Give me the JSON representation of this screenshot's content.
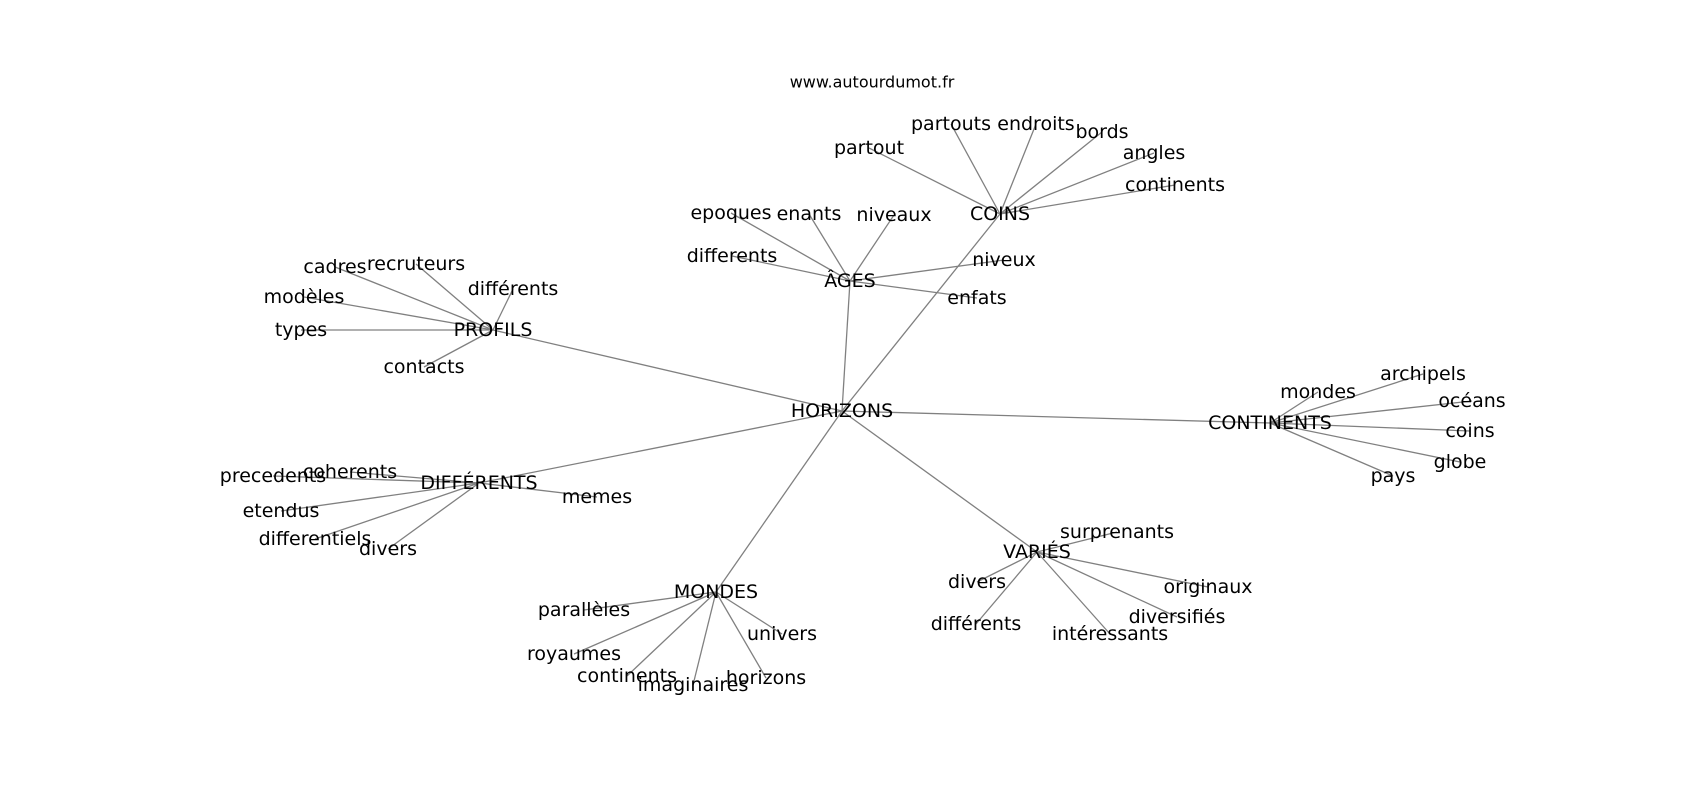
{
  "source": "www.autourdumot.fr",
  "center": "HORIZONS",
  "groups": [
    {
      "label": "CONTINENTS",
      "children": [
        "archipels",
        "mondes",
        "océans",
        "coins",
        "globe",
        "pays"
      ]
    },
    {
      "label": "COINS",
      "children": [
        "partouts",
        "endroits",
        "partout",
        "bords",
        "angles",
        "continents"
      ]
    },
    {
      "label": "ÂGES",
      "children": [
        "epoques",
        "enants",
        "niveaux",
        "differents",
        "niveux",
        "enfats"
      ]
    },
    {
      "label": "PROFILS",
      "children": [
        "cadres",
        "recruteurs",
        "modèles",
        "différents",
        "types",
        "contacts"
      ]
    },
    {
      "label": "DIFFÉRENTS",
      "children": [
        "coherents",
        "precedents",
        "etendus",
        "differentiels",
        "divers",
        "memes"
      ]
    },
    {
      "label": "MONDES",
      "children": [
        "parallèles",
        "royaumes",
        "continents",
        "imaginaires",
        "horizons",
        "univers"
      ]
    },
    {
      "label": "VARIÉS",
      "children": [
        "surprenants",
        "divers",
        "différents",
        "originaux",
        "diversifiés",
        "intéressants"
      ]
    }
  ]
}
